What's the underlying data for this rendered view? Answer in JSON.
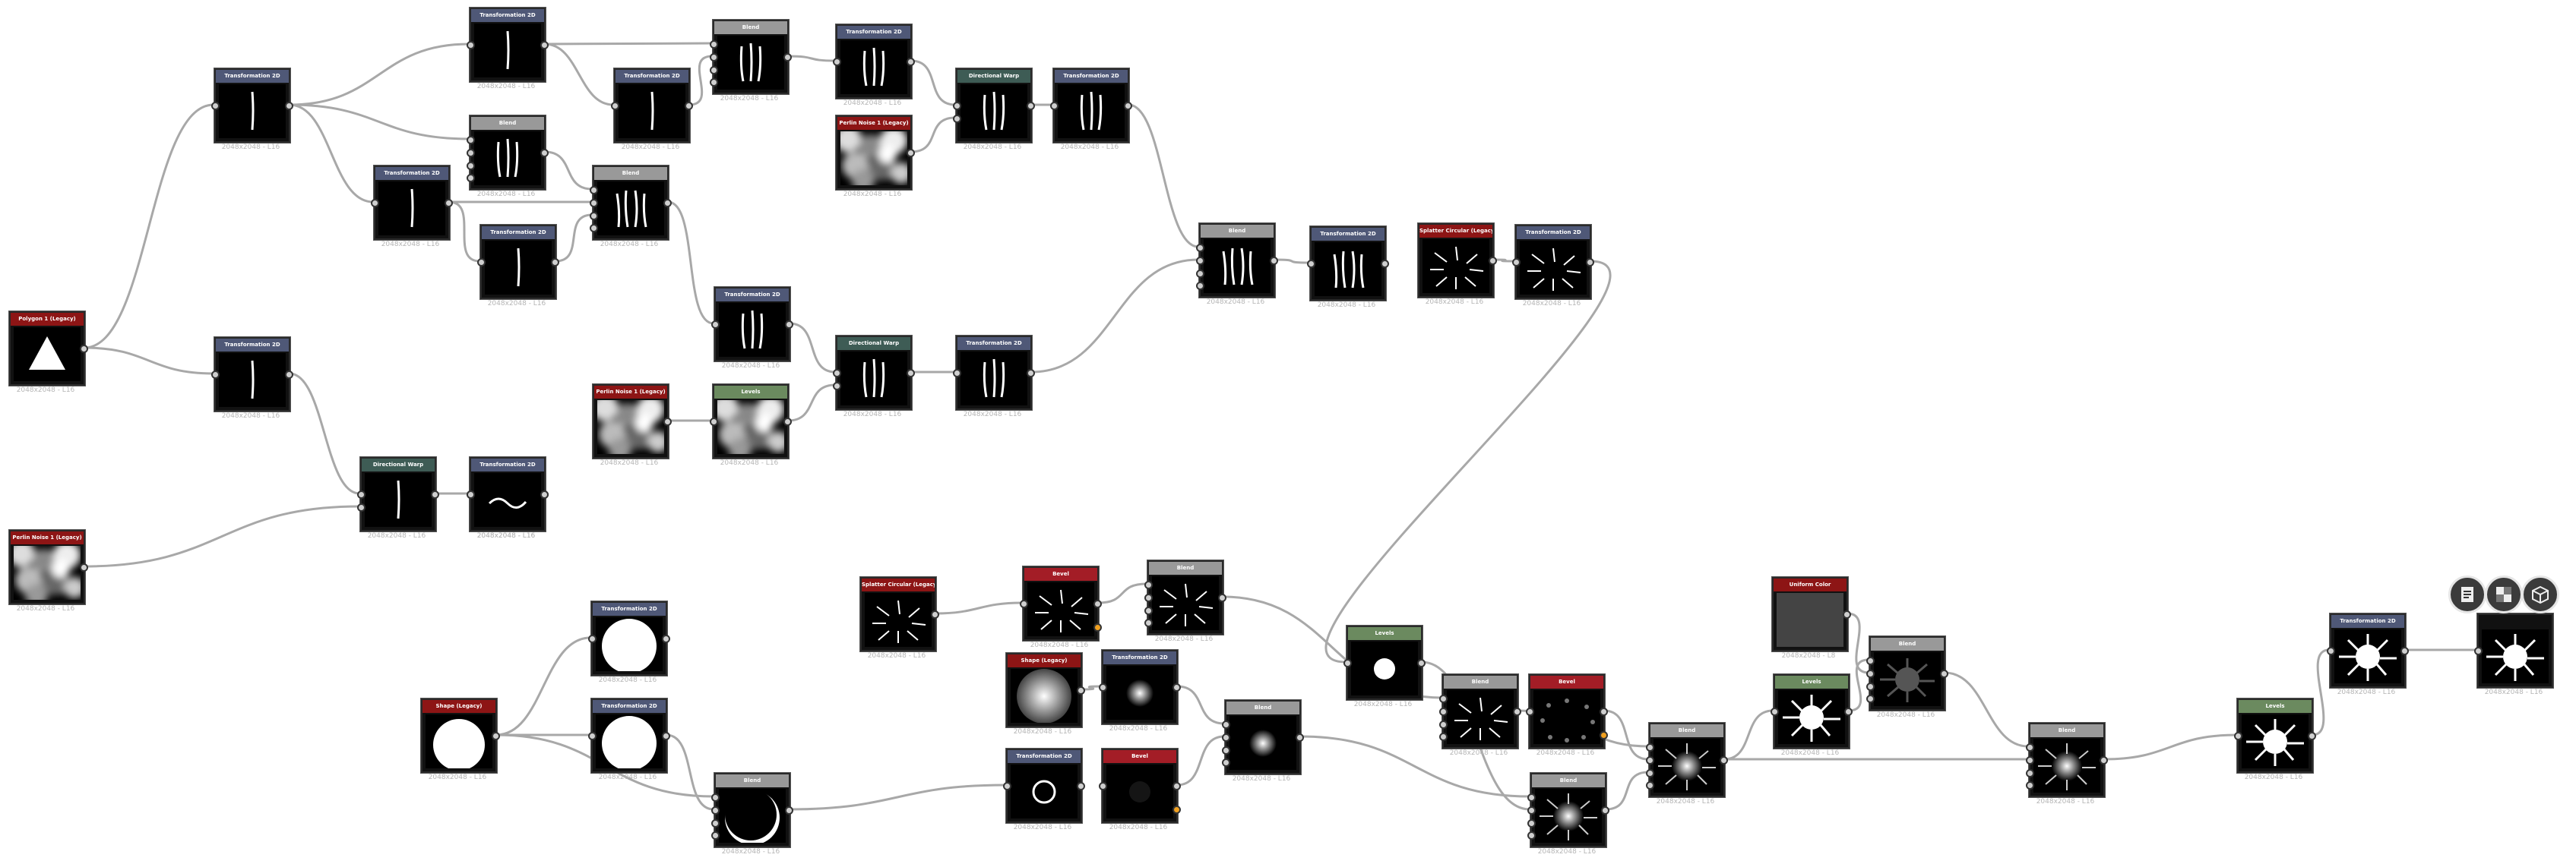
{
  "caption_default": "2048x2048 - L16",
  "nodes": [
    {
      "id": "n1",
      "type": "generator",
      "title": "Polygon 1 (Legacy)",
      "caption": "2048x2048 - L16",
      "thumb": "triangle"
    },
    {
      "id": "n2",
      "type": "generator",
      "title": "Perlin Noise 1 (Legacy)",
      "caption": "2048x2048 - L16",
      "thumb": "noise"
    },
    {
      "id": "n3",
      "type": "transform",
      "title": "Transformation 2D",
      "caption": "2048x2048 - L16",
      "thumb": "stroke1"
    },
    {
      "id": "n4",
      "type": "transform",
      "title": "Transformation 2D",
      "caption": "2048x2048 - L16",
      "thumb": "stroke1"
    },
    {
      "id": "n5",
      "type": "transform",
      "title": "Transformation 2D",
      "caption": "2048x2048 - L16",
      "thumb": "stroke1"
    },
    {
      "id": "n6",
      "type": "transform",
      "title": "Transformation 2D",
      "caption": "2048x2048 - L16",
      "thumb": "stroke1"
    },
    {
      "id": "n7",
      "type": "transform",
      "title": "Transformation 2D",
      "caption": "2048x2048 - L16",
      "thumb": "stroke1"
    },
    {
      "id": "n8",
      "type": "transform",
      "title": "Transformation 2D",
      "caption": "2048x2048 - L16",
      "thumb": "stroke1"
    },
    {
      "id": "n9",
      "type": "blend",
      "title": "Blend",
      "caption": "2048x2048 - L16",
      "thumb": "strokes3"
    },
    {
      "id": "n10",
      "type": "blend",
      "title": "Blend",
      "caption": "2048x2048 - L16",
      "thumb": "strokes3"
    },
    {
      "id": "n11",
      "type": "blend",
      "title": "Blend",
      "caption": "2048x2048 - L16",
      "thumb": "strokes4"
    },
    {
      "id": "n12",
      "type": "transform",
      "title": "Transformation 2D",
      "caption": "2048x2048 - L16",
      "thumb": "strokes3"
    },
    {
      "id": "n13",
      "type": "transform",
      "title": "Transformation 2D",
      "caption": "2048x2048 - L16",
      "thumb": "strokes3"
    },
    {
      "id": "n14",
      "type": "generator",
      "title": "Perlin Noise 1 (Legacy)",
      "caption": "2048x2048 - L16",
      "thumb": "noise"
    },
    {
      "id": "n15",
      "type": "dirwarp",
      "title": "Directional Warp",
      "caption": "2048x2048 - L16",
      "thumb": "strokes3"
    },
    {
      "id": "n16",
      "type": "transform",
      "title": "Transformation 2D",
      "caption": "2048x2048 - L16",
      "thumb": "strokes3"
    },
    {
      "id": "n17",
      "type": "transform",
      "title": "Transformation 2D",
      "caption": "2048x2048 - L16",
      "thumb": "strokes3"
    },
    {
      "id": "n18",
      "type": "generator",
      "title": "Perlin Noise 1 (Legacy)",
      "caption": "2048x2048 - L16",
      "thumb": "noise"
    },
    {
      "id": "n19",
      "type": "levels",
      "title": "Levels",
      "caption": "2048x2048 - L16",
      "thumb": "noise"
    },
    {
      "id": "n20",
      "type": "dirwarp",
      "title": "Directional Warp",
      "caption": "2048x2048 - L16",
      "thumb": "strokes3"
    },
    {
      "id": "n21",
      "type": "transform",
      "title": "Transformation 2D",
      "caption": "2048x2048 - L16",
      "thumb": "strokes3"
    },
    {
      "id": "n22",
      "type": "blend",
      "title": "Blend",
      "caption": "2048x2048 - L16",
      "thumb": "strokes4"
    },
    {
      "id": "n23",
      "type": "transform",
      "title": "Transformation 2D",
      "caption": "2048x2048 - L16",
      "thumb": "strokes4"
    },
    {
      "id": "n24",
      "type": "generator",
      "title": "Splatter Circular (Legacy)",
      "caption": "2048x2048 - L16",
      "thumb": "splat"
    },
    {
      "id": "n25",
      "type": "transform",
      "title": "Transformation 2D",
      "caption": "2048x2048 - L16",
      "thumb": "splat"
    },
    {
      "id": "n26",
      "type": "dirwarp",
      "title": "Directional Warp",
      "caption": "2048x2048 - L16",
      "thumb": "stroke1"
    },
    {
      "id": "n27",
      "type": "transform",
      "title": "Transformation 2D",
      "caption": "2048x2048 - L16",
      "thumb": "wave"
    },
    {
      "id": "n28",
      "type": "generator",
      "title": "Splatter Circular (Legacy)",
      "caption": "2048x2048 - L16",
      "thumb": "splat"
    },
    {
      "id": "n29",
      "type": "uniform",
      "title": "Bevel",
      "caption": "2048x2048 - L16",
      "thumb": "splat"
    },
    {
      "id": "n30",
      "type": "blend",
      "title": "Blend",
      "caption": "2048x2048 - L16",
      "thumb": "splat"
    },
    {
      "id": "n31",
      "type": "generator",
      "title": "Shape (Legacy)",
      "caption": "2048x2048 - L16",
      "thumb": "disc"
    },
    {
      "id": "n32",
      "type": "transform",
      "title": "Transformation 2D",
      "caption": "2048x2048 - L16",
      "thumb": "discbig"
    },
    {
      "id": "n33",
      "type": "transform",
      "title": "Transformation 2D",
      "caption": "2048x2048 - L16",
      "thumb": "discbig"
    },
    {
      "id": "n34",
      "type": "blend",
      "title": "Blend",
      "caption": "2048x2048 - L16",
      "thumb": "ringdisc"
    },
    {
      "id": "n35",
      "type": "generator",
      "title": "Shape (Legacy)",
      "caption": "2048x2048 - L16",
      "thumb": "glow"
    },
    {
      "id": "n36",
      "type": "transform",
      "title": "Transformation 2D",
      "caption": "2048x2048 - L16",
      "thumb": "smallglow"
    },
    {
      "id": "n37",
      "type": "transform",
      "title": "Transformation 2D",
      "caption": "2048x2048 - L16",
      "thumb": "ring"
    },
    {
      "id": "n38",
      "type": "uniform",
      "title": "Bevel",
      "caption": "2048x2048 - L16",
      "thumb": "dark"
    },
    {
      "id": "n39",
      "type": "blend",
      "title": "Blend",
      "caption": "2048x2048 - L16",
      "thumb": "smallglow"
    },
    {
      "id": "n40",
      "type": "levels",
      "title": "Levels",
      "caption": "2048x2048 - L16",
      "thumb": "whitedot"
    },
    {
      "id": "n41",
      "type": "blend",
      "title": "Blend",
      "caption": "2048x2048 - L16",
      "thumb": "splat"
    },
    {
      "id": "n42",
      "type": "uniform",
      "title": "Bevel",
      "caption": "2048x2048 - L16",
      "thumb": "splatdots"
    },
    {
      "id": "n43",
      "type": "blend",
      "title": "Blend",
      "caption": "2048x2048 - L16",
      "thumb": "burst"
    },
    {
      "id": "n44",
      "type": "blend",
      "title": "Blend",
      "caption": "2048x2048 - L16",
      "thumb": "burst"
    },
    {
      "id": "n45",
      "type": "levels",
      "title": "Levels",
      "caption": "2048x2048 - L16",
      "thumb": "burstw"
    },
    {
      "id": "n46",
      "type": "generator",
      "title": "Uniform Color",
      "caption": "2048x2048 - L8",
      "thumb": "gray"
    },
    {
      "id": "n47",
      "type": "blend",
      "title": "Blend",
      "caption": "2048x2048 - L16",
      "thumb": "burstgray"
    },
    {
      "id": "n48",
      "type": "blend",
      "title": "Blend",
      "caption": "2048x2048 - L16",
      "thumb": "burst"
    },
    {
      "id": "n49",
      "type": "levels",
      "title": "Levels",
      "caption": "2048x2048 - L16",
      "thumb": "burstw"
    },
    {
      "id": "n50",
      "type": "transform",
      "title": "Transformation 2D",
      "caption": "2048x2048 - L16",
      "thumb": "burstw"
    },
    {
      "id": "n51",
      "type": "output",
      "title": "",
      "caption": "2048x2048 - L16",
      "thumb": "burstw"
    }
  ],
  "output_icons": [
    {
      "name": "document-icon"
    },
    {
      "name": "checker-icon"
    },
    {
      "name": "cube-icon"
    }
  ],
  "colors": {
    "wire": "#a8a8a8",
    "transform_header": "#4f5877",
    "blend_header": "#999999",
    "dirwarp_header": "#3e5c55",
    "generator_header": "#8d1515",
    "levels_header": "#6b8a5f"
  }
}
